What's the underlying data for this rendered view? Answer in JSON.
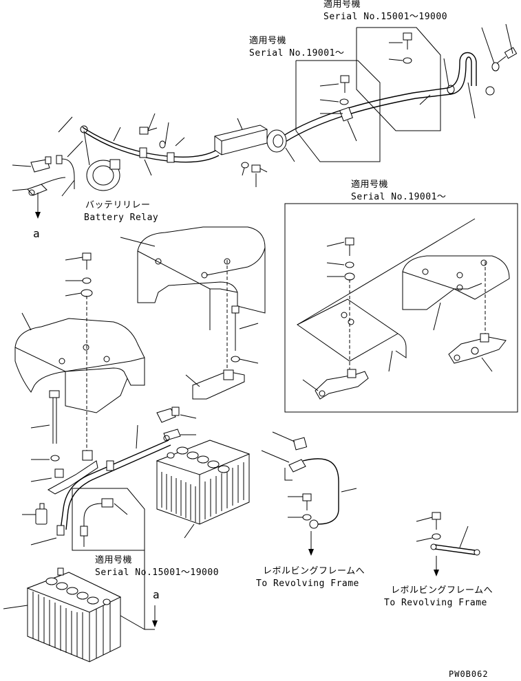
{
  "labels": {
    "serial_15001_a_jp": "適用号機",
    "serial_15001_a": "Serial No.15001～19000",
    "serial_19001_a_jp": "適用号機",
    "serial_19001_a": "Serial No.19001～",
    "serial_19001_b_jp": "適用号機",
    "serial_19001_b": "Serial No.19001～",
    "serial_15001_b_jp": "適用号機",
    "serial_15001_b": "Serial No.15001～19000",
    "battery_relay_jp": "バッテリリレー",
    "battery_relay": "Battery Relay",
    "ref_a_top": "a",
    "ref_a_bottom": "a",
    "revolving_frame_1_jp": "レボルビングフレームへ",
    "revolving_frame_1": "To Revolving Frame",
    "revolving_frame_2_jp": "レボルビングフレームへ",
    "revolving_frame_2": "To Revolving Frame",
    "drawing_code": "PW0B062"
  }
}
